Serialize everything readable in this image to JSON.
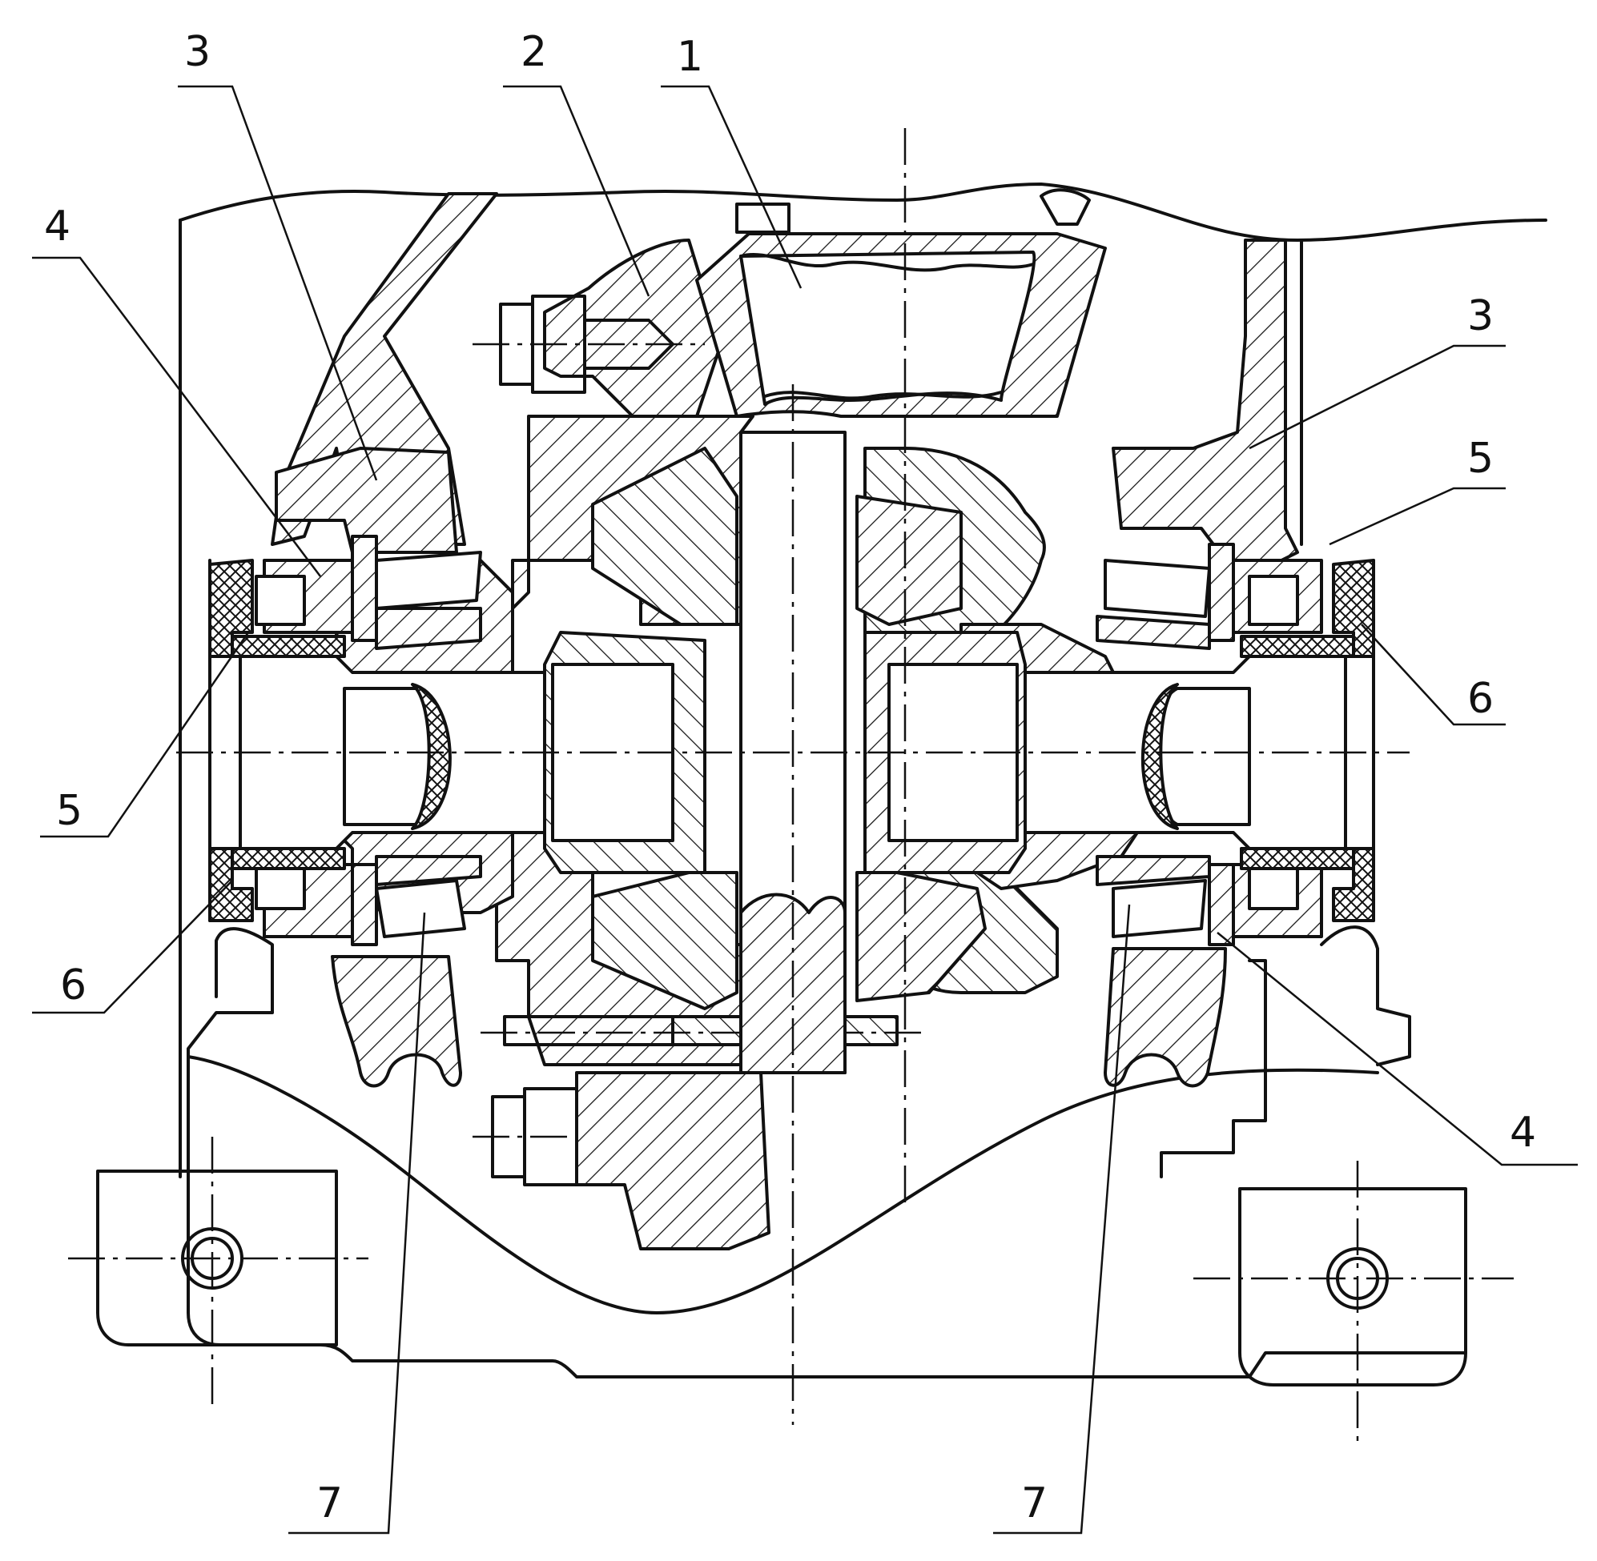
{
  "title": "",
  "callouts": [
    {
      "id": "c-3-left",
      "text": "3"
    },
    {
      "id": "c-2",
      "text": "2"
    },
    {
      "id": "c-1",
      "text": "1"
    },
    {
      "id": "c-4-left",
      "text": "4"
    },
    {
      "id": "c-3-right",
      "text": "3"
    },
    {
      "id": "c-5-right",
      "text": "5"
    },
    {
      "id": "c-6-right",
      "text": "6"
    },
    {
      "id": "c-5-left",
      "text": "5"
    },
    {
      "id": "c-6-left",
      "text": "6"
    },
    {
      "id": "c-4-right",
      "text": "4"
    },
    {
      "id": "c-7-left",
      "text": "7"
    },
    {
      "id": "c-7-right",
      "text": "7"
    }
  ]
}
